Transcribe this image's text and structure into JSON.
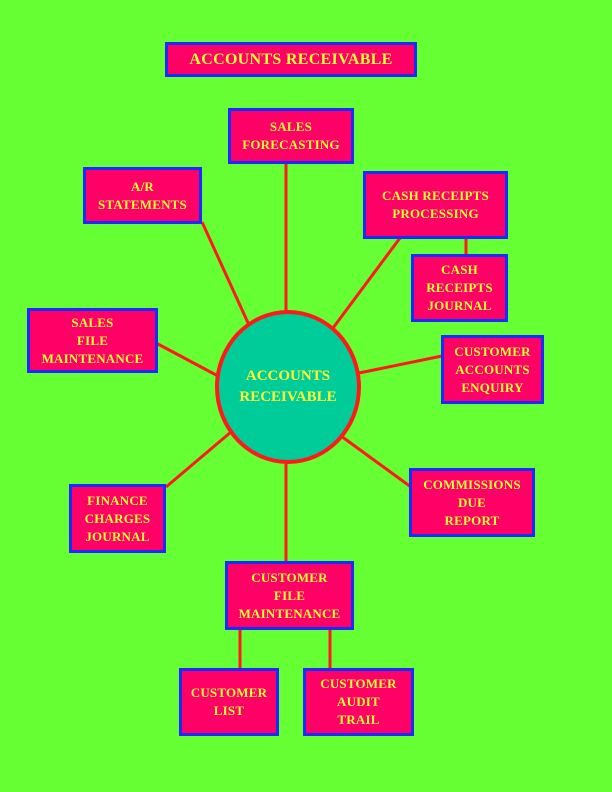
{
  "title": "ACCOUNTS RECEIVABLE",
  "hub": "ACCOUNTS\nRECEIVABLE",
  "modules": {
    "sales_forecasting": "SALES\nFORECASTING",
    "ar_statements": "A/R\nSTATEMENTS",
    "cash_receipts_processing": "CASH RECEIPTS\nPROCESSING",
    "cash_receipts_journal": "CASH\nRECEIPTS\nJOURNAL",
    "sales_file_maintenance": "SALES\nFILE\nMAINTENANCE",
    "customer_accounts_enquiry": "CUSTOMER\nACCOUNTS\nENQUIRY",
    "commissions_due_report": "COMMISSIONS\nDUE\nREPORT",
    "finance_charges_journal": "FINANCE\nCHARGES\nJOURNAL",
    "customer_file_maintenance": "CUSTOMER\nFILE\nMAINTENANCE",
    "customer_list": "CUSTOMER\nLIST",
    "customer_audit_trail": "CUSTOMER\nAUDIT\nTRAIL"
  },
  "colors": {
    "background": "#66ff33",
    "box_fill": "#ff0066",
    "box_border": "#1a2bff",
    "text": "#ffff33",
    "hub_fill": "#00cc99",
    "connector": "#ff1a1a"
  }
}
